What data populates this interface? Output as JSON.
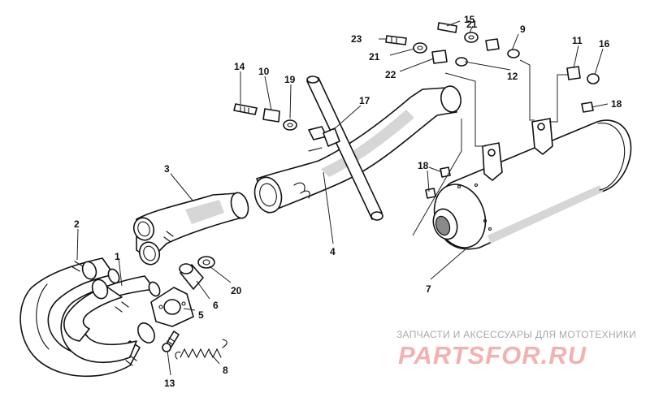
{
  "watermark": {
    "line1": "ЗАПЧАСТИ И АКСЕССУАРЫ ДЛЯ МОТОТЕХНИКИ",
    "logo": "PARTSFOR.RU"
  },
  "callouts": {
    "c1": "1",
    "c2": "2",
    "c3": "3",
    "c4": "4",
    "c5": "5",
    "c6": "6",
    "c7": "7",
    "c8": "8",
    "c9": "9",
    "c10": "10",
    "c11": "11",
    "c12": "12",
    "c13": "13",
    "c14": "14",
    "c15": "15",
    "c16": "16",
    "c17": "17",
    "c18a": "18",
    "c18b": "18",
    "c19": "19",
    "c20": "20",
    "c21a": "21",
    "c21b": "21",
    "c22": "22",
    "c23": "23"
  }
}
